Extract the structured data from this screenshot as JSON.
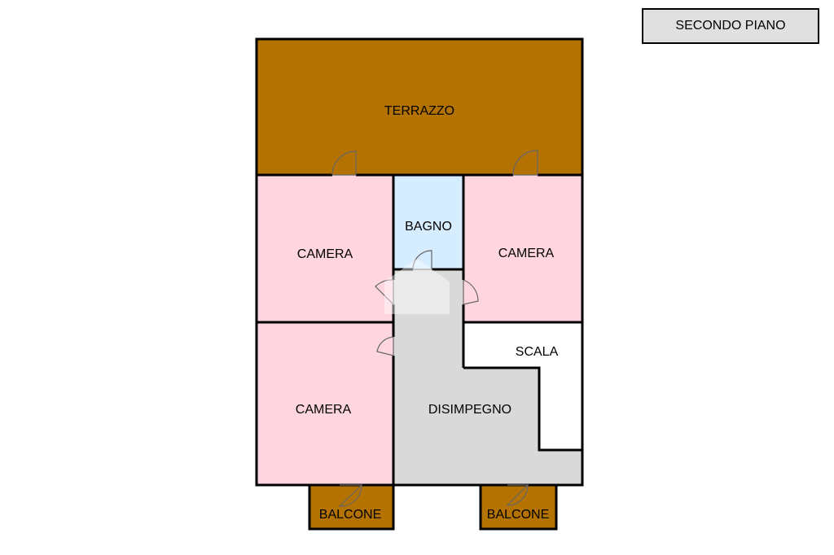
{
  "floor_label": "SECONDO PIANO",
  "colors": {
    "terrace": "#b47300",
    "bedroom": "#ffd5df",
    "bathroom": "#d6ecff",
    "hallway": "#d9d9d9",
    "stairs": "#ffffff",
    "balcony": "#b47300",
    "wall": "#000000"
  },
  "rooms": {
    "terrazzo": "TERRAZZO",
    "bagno": "BAGNO",
    "camera_nw": "CAMERA",
    "camera_ne": "CAMERA",
    "camera_sw": "CAMERA",
    "scala": "SCALA",
    "disimpegno": "DISIMPEGNO",
    "balcone_left": "BALCONE",
    "balcone_right": "BALCONE"
  }
}
